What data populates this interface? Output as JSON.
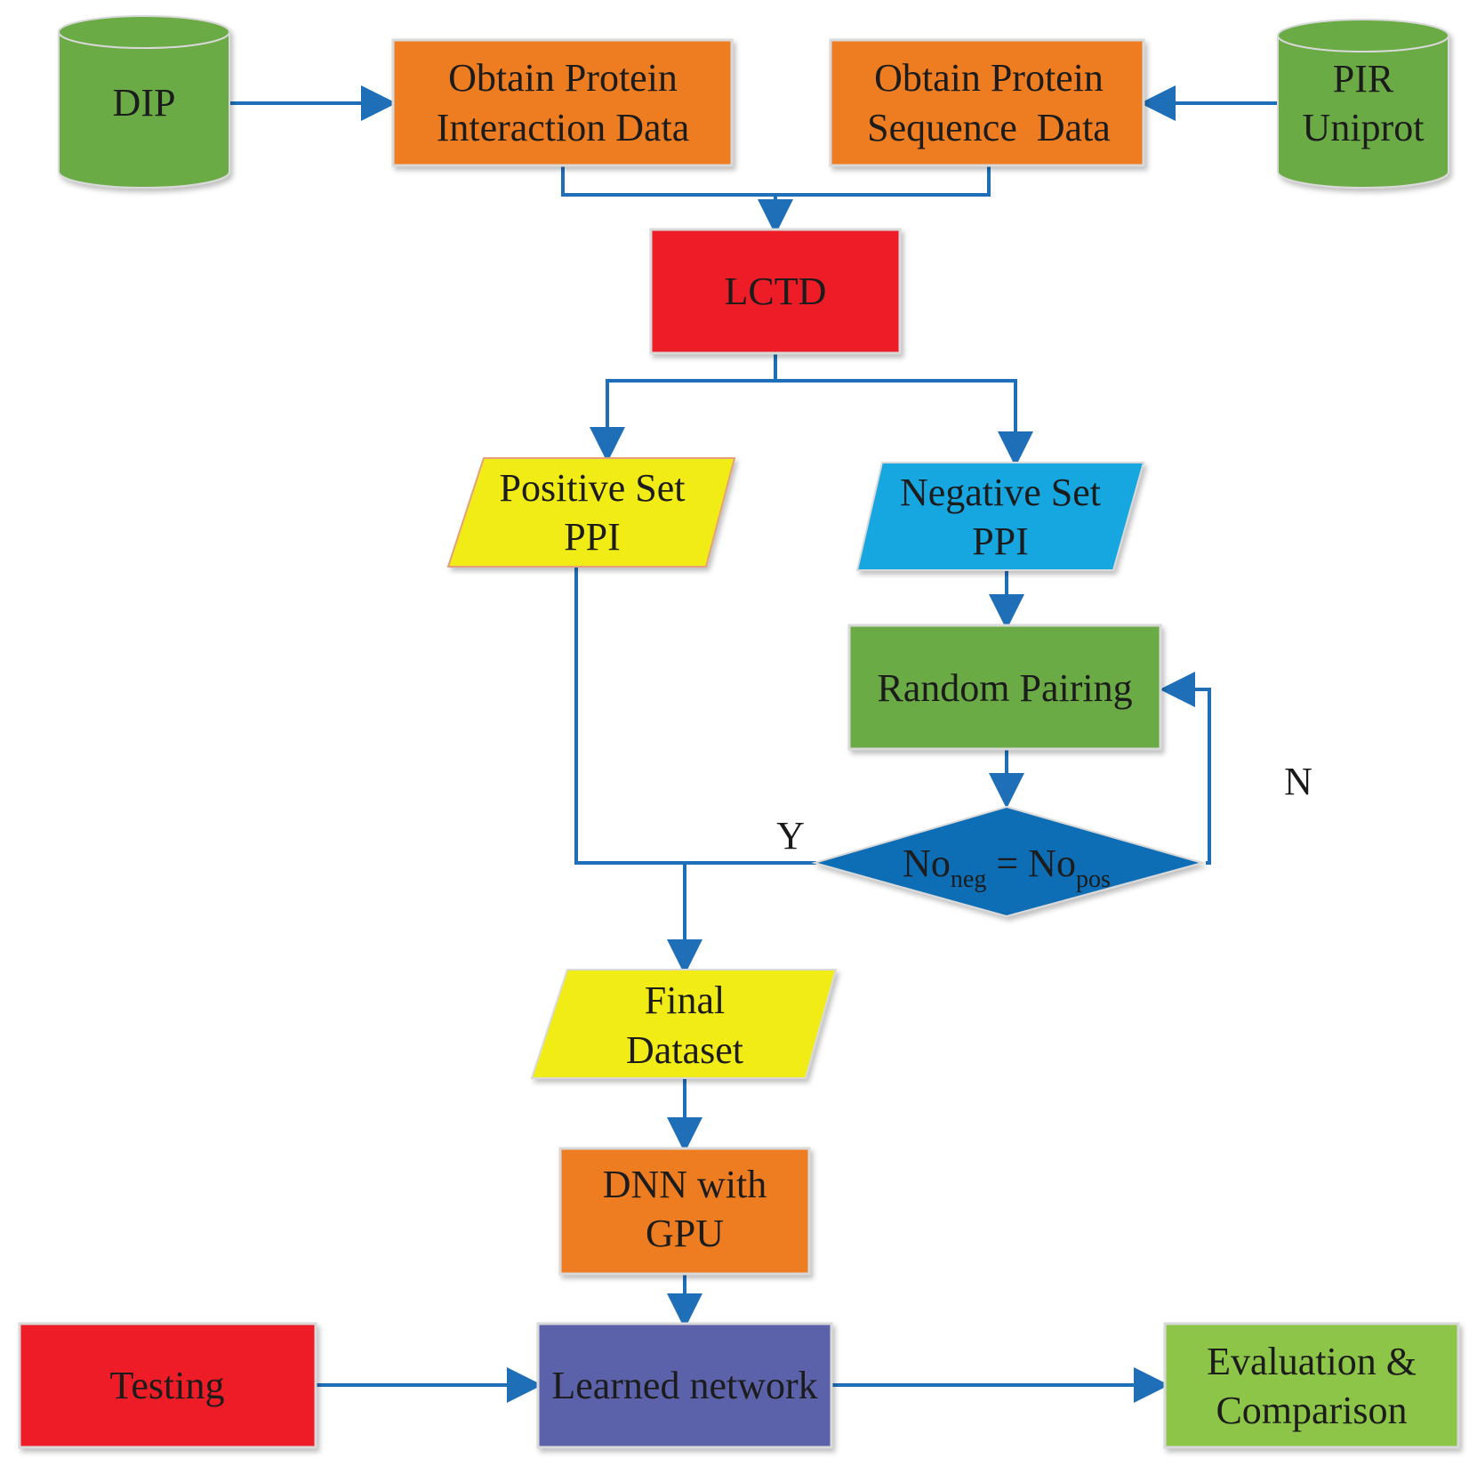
{
  "colors": {
    "orange": "#ee7d22",
    "green": "#6aab45",
    "light_green": "#8dc548",
    "red": "#ee1c25",
    "yellow": "#f2ec19",
    "cyan": "#14a7e1",
    "decision_blue": "#0e6db5",
    "purple": "#5b62a9",
    "arrow": "#1f6fb8"
  },
  "nodes": {
    "dip": {
      "lines": [
        "DIP"
      ]
    },
    "pir_uniprot": {
      "lines": [
        "PIR",
        "Uniprot"
      ]
    },
    "obtain_interaction": {
      "lines": [
        "Obtain Protein",
        "Interaction Data"
      ]
    },
    "obtain_sequence": {
      "lines": [
        "Obtain Protein",
        "Sequence  Data"
      ]
    },
    "lctd": {
      "lines": [
        "LCTD"
      ]
    },
    "positive_set": {
      "lines": [
        "Positive Set",
        "PPI"
      ]
    },
    "negative_set": {
      "lines": [
        "Negative Set",
        "PPI"
      ]
    },
    "random_pairing": {
      "lines": [
        "Random Pairing"
      ]
    },
    "decision": {
      "base1": "No",
      "sub1": "neg",
      "eq": " = ",
      "base2": "No",
      "sub2": "pos"
    },
    "final_dataset": {
      "lines": [
        "Final",
        "Dataset"
      ]
    },
    "dnn_gpu": {
      "lines": [
        "DNN with",
        "GPU"
      ]
    },
    "testing": {
      "lines": [
        "Testing"
      ]
    },
    "learned_network": {
      "lines": [
        "Learned network"
      ]
    },
    "evaluation": {
      "lines": [
        "Evaluation &",
        "Comparison"
      ]
    }
  },
  "edge_labels": {
    "yes": "Y",
    "no": "N"
  }
}
